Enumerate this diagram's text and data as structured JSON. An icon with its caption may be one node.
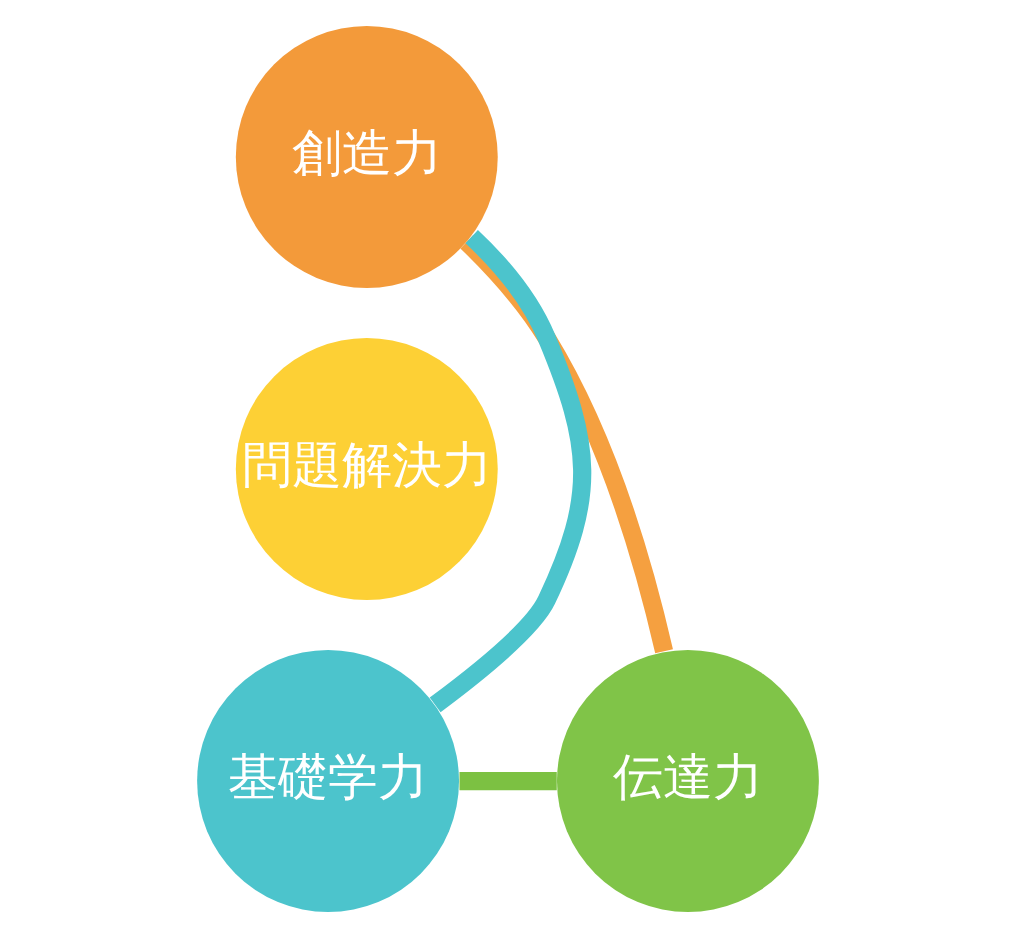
{
  "diagram": {
    "nodes": [
      {
        "text": [
          "創造力"
        ]
      },
      {
        "text": [
          "問題解決力"
        ]
      },
      {
        "text": [
          "基礎学力"
        ]
      },
      {
        "text": [
          "伝達力"
        ]
      }
    ],
    "edges": [
      {
        "from": 0,
        "to": 3,
        "arrow": "none",
        "color": "#f5a040"
      },
      {
        "from": 3,
        "to": 2,
        "arrow": "none",
        "color": "#7cc142"
      },
      {
        "from": 2,
        "to": 0,
        "arrow": "none",
        "color": "#4cc4cc"
      }
    ]
  }
}
